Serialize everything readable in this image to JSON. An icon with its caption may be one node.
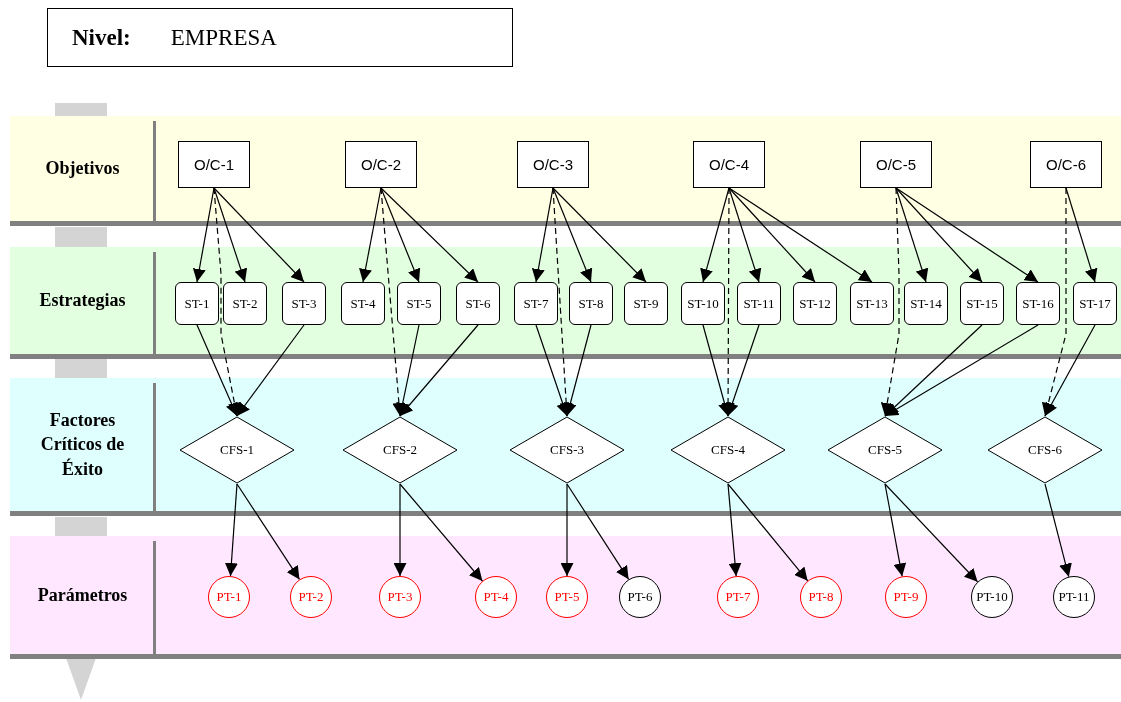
{
  "diagram": {
    "nodes": [
      {
        "text": [
          "Nivel:",
          "EMPRESA"
        ]
      },
      {
        "text": [
          "Objetivos"
        ]
      },
      {
        "text": [
          "O/C-1"
        ],
        "in": 1
      },
      {
        "text": [
          "O/C-2"
        ],
        "in": 1
      },
      {
        "text": [
          "O/C-3"
        ],
        "in": 1
      },
      {
        "text": [
          "O/C-4"
        ],
        "in": 1
      },
      {
        "text": [
          "O/C-5"
        ],
        "in": 1
      },
      {
        "text": [
          "O/C-6"
        ],
        "in": 1
      },
      {
        "text": [
          "Estrategias"
        ]
      },
      {
        "text": [
          "ST-1"
        ],
        "in": 8
      },
      {
        "text": [
          "ST-2"
        ],
        "in": 8
      },
      {
        "text": [
          "ST-3"
        ],
        "in": 8
      },
      {
        "text": [
          "ST-4"
        ],
        "in": 8
      },
      {
        "text": [
          "ST-5"
        ],
        "in": 8
      },
      {
        "text": [
          "ST-6"
        ],
        "in": 8
      },
      {
        "text": [
          "ST-7"
        ],
        "in": 8
      },
      {
        "text": [
          "ST-8"
        ],
        "in": 8
      },
      {
        "text": [
          "ST-9"
        ],
        "in": 8
      },
      {
        "text": [
          "ST-10"
        ],
        "in": 8
      },
      {
        "text": [
          "ST-11"
        ],
        "in": 8
      },
      {
        "text": [
          "ST-12"
        ],
        "in": 8
      },
      {
        "text": [
          "ST-13"
        ],
        "in": 8
      },
      {
        "text": [
          "ST-14"
        ],
        "in": 8
      },
      {
        "text": [
          "ST-15"
        ],
        "in": 8
      },
      {
        "text": [
          "ST-16"
        ],
        "in": 8
      },
      {
        "text": [
          "ST-17"
        ],
        "in": 8
      },
      {
        "text": [
          "Factores Críticos de Éxito"
        ]
      },
      {
        "text": [
          "CFS-1"
        ],
        "in": 26
      },
      {
        "text": [
          "CFS-2"
        ],
        "in": 26
      },
      {
        "text": [
          "CFS-3"
        ],
        "in": 26
      },
      {
        "text": [
          "CFS-4"
        ],
        "in": 26
      },
      {
        "text": [
          "CFS-5"
        ],
        "in": 26
      },
      {
        "text": [
          "CFS-6"
        ],
        "in": 26
      },
      {
        "text": [
          "Parámetros"
        ]
      },
      {
        "text": [
          "PT-1"
        ],
        "in": 33
      },
      {
        "text": [
          "PT-2"
        ],
        "in": 33
      },
      {
        "text": [
          "PT-3"
        ],
        "in": 33
      },
      {
        "text": [
          "PT-4"
        ],
        "in": 33
      },
      {
        "text": [
          "PT-5"
        ],
        "in": 33
      },
      {
        "text": [
          "PT-6"
        ],
        "in": 33
      },
      {
        "text": [
          "PT-7"
        ],
        "in": 33
      },
      {
        "text": [
          "PT-8"
        ],
        "in": 33
      },
      {
        "text": [
          "PT-9"
        ],
        "in": 33
      },
      {
        "text": [
          "PT-10"
        ],
        "in": 33
      },
      {
        "text": [
          "PT-11"
        ],
        "in": 33
      }
    ],
    "edges": [
      {
        "from": 2,
        "to": 9,
        "arrow": "to"
      },
      {
        "from": 2,
        "to": 10,
        "arrow": "to"
      },
      {
        "from": 2,
        "to": 11,
        "arrow": "to"
      },
      {
        "from": 2,
        "to": 27,
        "arrow": "to",
        "style": "dashed"
      },
      {
        "from": 3,
        "to": 12,
        "arrow": "to"
      },
      {
        "from": 3,
        "to": 13,
        "arrow": "to"
      },
      {
        "from": 3,
        "to": 14,
        "arrow": "to"
      },
      {
        "from": 3,
        "to": 28,
        "arrow": "to",
        "style": "dashed"
      },
      {
        "from": 4,
        "to": 15,
        "arrow": "to"
      },
      {
        "from": 4,
        "to": 16,
        "arrow": "to"
      },
      {
        "from": 4,
        "to": 17,
        "arrow": "to"
      },
      {
        "from": 4,
        "to": 29,
        "arrow": "to",
        "style": "dashed"
      },
      {
        "from": 5,
        "to": 18,
        "arrow": "to"
      },
      {
        "from": 5,
        "to": 19,
        "arrow": "to"
      },
      {
        "from": 5,
        "to": 20,
        "arrow": "to"
      },
      {
        "from": 5,
        "to": 21,
        "arrow": "to"
      },
      {
        "from": 5,
        "to": 30,
        "arrow": "to",
        "style": "dashed"
      },
      {
        "from": 6,
        "to": 22,
        "arrow": "to"
      },
      {
        "from": 6,
        "to": 23,
        "arrow": "to"
      },
      {
        "from": 6,
        "to": 24,
        "arrow": "to"
      },
      {
        "from": 6,
        "to": 31,
        "arrow": "to",
        "style": "dashed"
      },
      {
        "from": 7,
        "to": 25,
        "arrow": "to"
      },
      {
        "from": 7,
        "to": 32,
        "arrow": "to",
        "style": "dashed"
      },
      {
        "from": 9,
        "to": 27,
        "arrow": "to"
      },
      {
        "from": 11,
        "to": 27,
        "arrow": "to"
      },
      {
        "from": 13,
        "to": 28,
        "arrow": "to"
      },
      {
        "from": 14,
        "to": 28,
        "arrow": "to"
      },
      {
        "from": 15,
        "to": 29,
        "arrow": "to"
      },
      {
        "from": 16,
        "to": 29,
        "arrow": "to"
      },
      {
        "from": 18,
        "to": 30,
        "arrow": "to"
      },
      {
        "from": 19,
        "to": 30,
        "arrow": "to"
      },
      {
        "from": 23,
        "to": 31,
        "arrow": "to"
      },
      {
        "from": 24,
        "to": 31,
        "arrow": "to"
      },
      {
        "from": 25,
        "to": 32,
        "arrow": "to"
      },
      {
        "from": 27,
        "to": 34,
        "arrow": "to"
      },
      {
        "from": 27,
        "to": 35,
        "arrow": "to"
      },
      {
        "from": 28,
        "to": 36,
        "arrow": "to"
      },
      {
        "from": 28,
        "to": 37,
        "arrow": "to"
      },
      {
        "from": 29,
        "to": 38,
        "arrow": "to"
      },
      {
        "from": 29,
        "to": 39,
        "arrow": "to"
      },
      {
        "from": 30,
        "to": 40,
        "arrow": "to"
      },
      {
        "from": 30,
        "to": 41,
        "arrow": "to"
      },
      {
        "from": 31,
        "to": 42,
        "arrow": "to"
      },
      {
        "from": 31,
        "to": 43,
        "arrow": "to"
      },
      {
        "from": 32,
        "to": 44,
        "arrow": "to"
      }
    ]
  }
}
